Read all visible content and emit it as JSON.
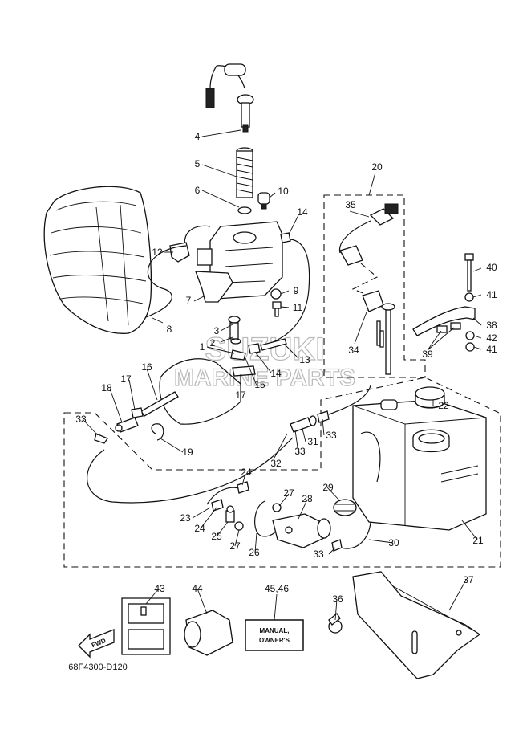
{
  "diagram": {
    "code": "68F4300-D120",
    "watermark_top": "SUZUKI",
    "watermark_bottom": "MARINE PARTS",
    "fwd_label": "FWD",
    "manual_line1": "MANUAL,",
    "manual_line2": "OWNER'S",
    "callouts": {
      "c1": "1",
      "c2": "2",
      "c3": "3",
      "c4": "4",
      "c5": "5",
      "c6": "6",
      "c7": "7",
      "c8": "8",
      "c9": "9",
      "c10": "10",
      "c11": "11",
      "c12": "12",
      "c13": "13",
      "c14a": "14",
      "c14b": "14",
      "c15": "15",
      "c16": "16",
      "c17a": "17",
      "c17b": "17",
      "c18": "18",
      "c19": "19",
      "c20": "20",
      "c21": "21",
      "c22": "22",
      "c23": "23",
      "c24a": "24",
      "c24b": "24",
      "c25": "25",
      "c26": "26",
      "c27a": "27",
      "c27b": "27",
      "c28": "28",
      "c29": "29",
      "c30": "30",
      "c31": "31",
      "c32": "32",
      "c33a": "33",
      "c33b": "33",
      "c33c": "33",
      "c33d": "33",
      "c34": "34",
      "c35": "35",
      "c36": "36",
      "c37": "37",
      "c38": "38",
      "c39": "39",
      "c40": "40",
      "c41a": "41",
      "c41b": "41",
      "c42": "42",
      "c43": "43",
      "c44": "44",
      "c4546": "45,46"
    }
  }
}
